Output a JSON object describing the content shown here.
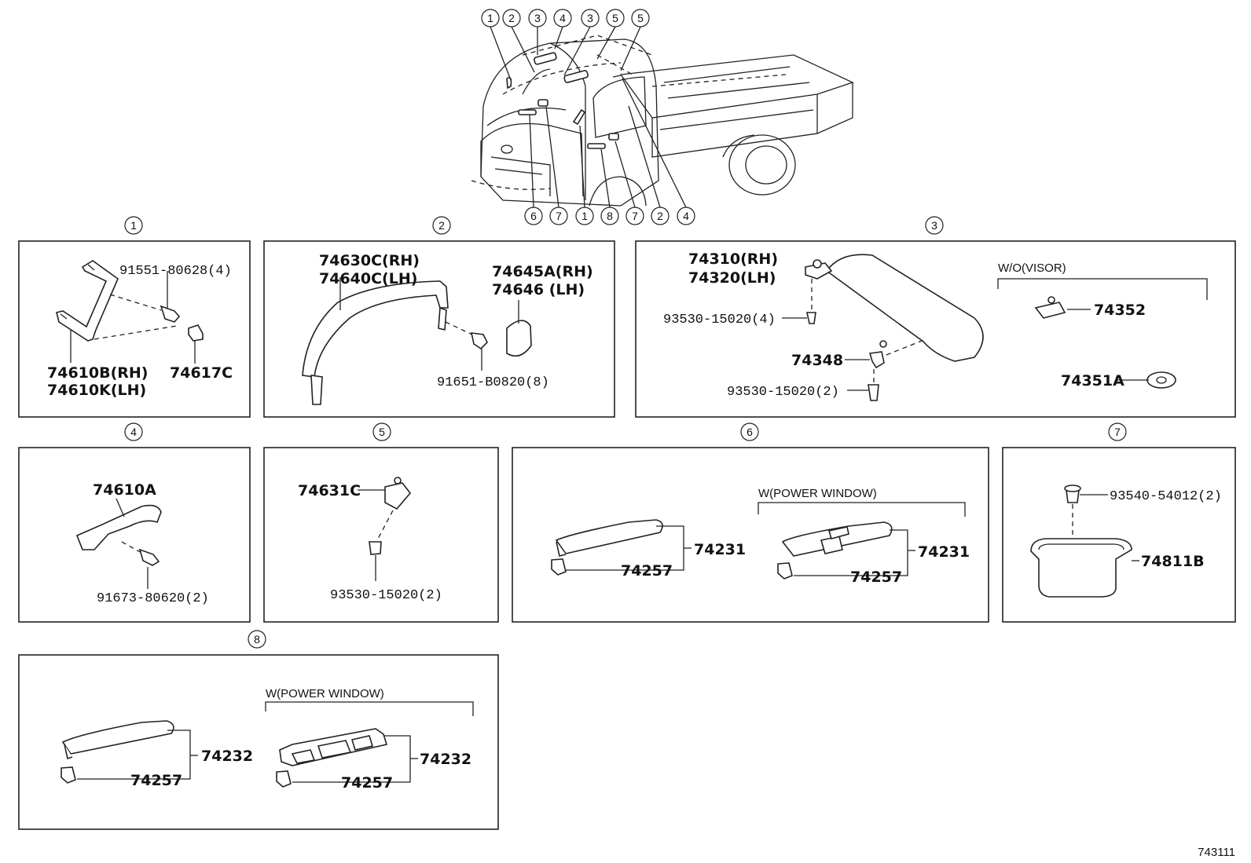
{
  "diagram": {
    "ref_number": "743111",
    "truck_callouts_top": [
      "1",
      "2",
      "3",
      "4",
      "3",
      "5",
      "5"
    ],
    "truck_callouts_bottom": [
      "6",
      "7",
      "1",
      "8",
      "7",
      "2",
      "4"
    ],
    "sections": [
      {
        "id": "1",
        "labels": {
          "a": "91551-80628(4)",
          "b": "74610B(RH)",
          "c": "74610K(LH)",
          "d": "74617C"
        }
      },
      {
        "id": "2",
        "labels": {
          "a": "74630C(RH)",
          "b": "74640C(LH)",
          "c": "74645A(RH)",
          "d": "74646  (LH)",
          "e": "91651-B0820(8)"
        }
      },
      {
        "id": "3",
        "labels": {
          "a": "74310(RH)",
          "b": "74320(LH)",
          "c": "93530-15020(4)",
          "d": "74348",
          "e": "93530-15020(2)",
          "f": "W/O(VISOR)",
          "g": "74352",
          "h": "74351A"
        }
      },
      {
        "id": "4",
        "labels": {
          "a": "74610A",
          "b": "91673-80620(2)"
        }
      },
      {
        "id": "5",
        "labels": {
          "a": "74631C",
          "b": "93530-15020(2)"
        }
      },
      {
        "id": "6",
        "labels": {
          "a": "W(POWER WINDOW)",
          "b": "74231",
          "c": "74257",
          "d": "74231",
          "e": "74257"
        }
      },
      {
        "id": "7",
        "labels": {
          "a": "93540-54012(2)",
          "b": "74811B"
        }
      },
      {
        "id": "8",
        "labels": {
          "a": "W(POWER WINDOW)",
          "b": "74232",
          "c": "74257",
          "d": "74232",
          "e": "74257"
        }
      }
    ]
  }
}
